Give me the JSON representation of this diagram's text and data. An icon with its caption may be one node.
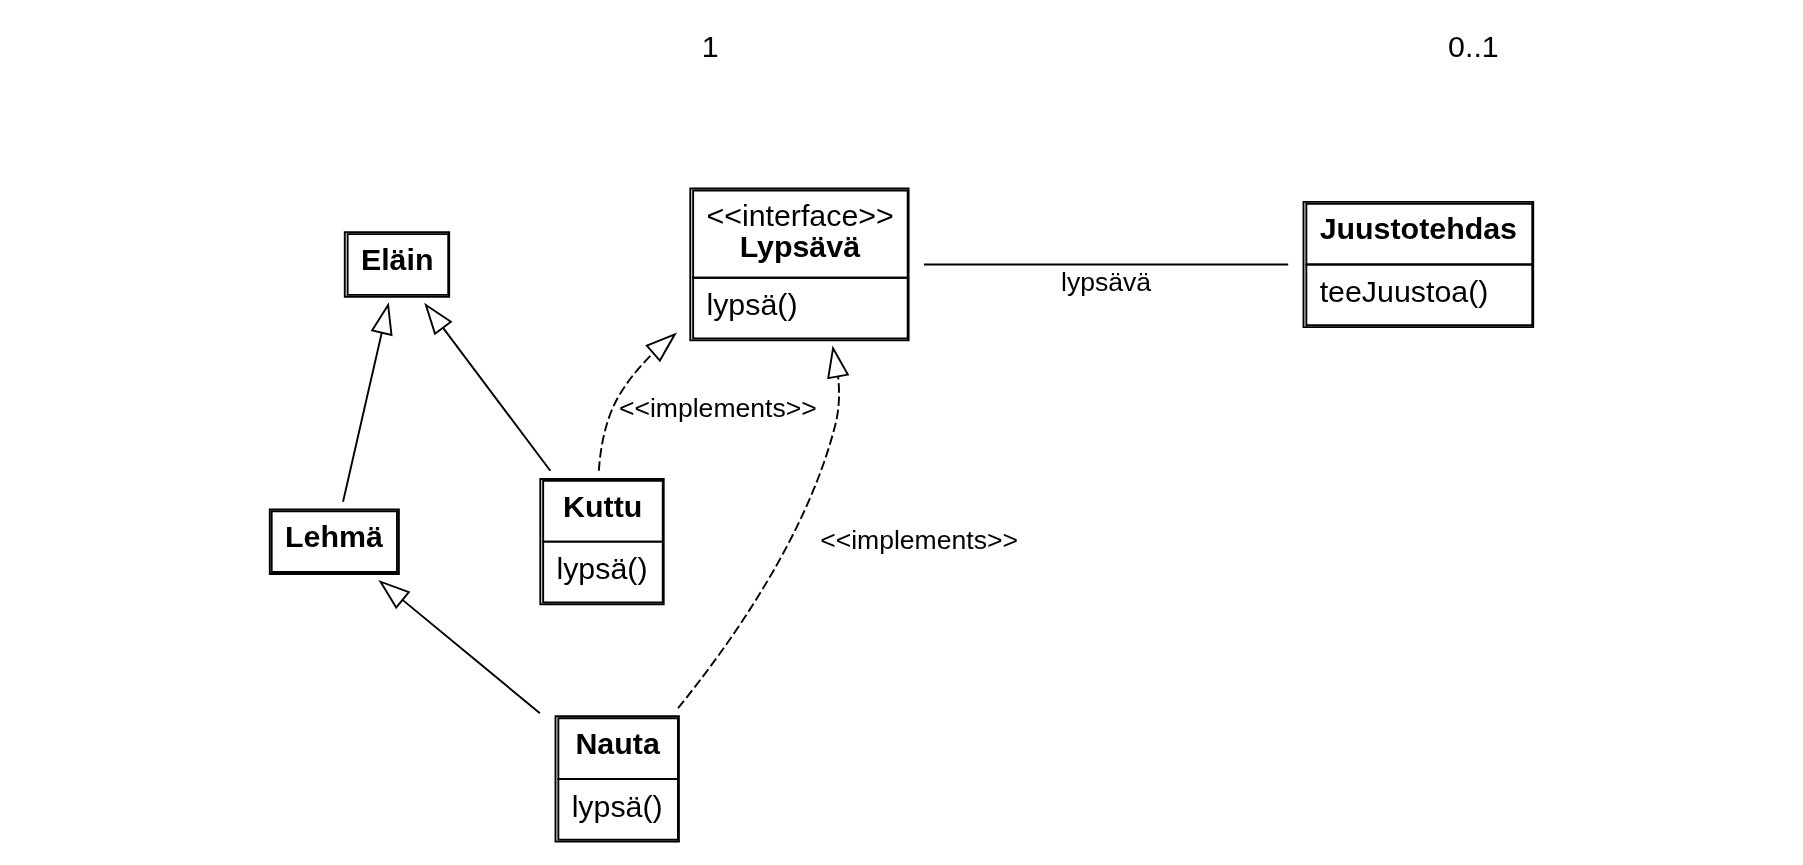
{
  "diagram": {
    "nodes": [
      {
        "text": [
          "Eläin"
        ]
      },
      {
        "text": [
          "Lehmä"
        ]
      },
      {
        "text": [
          "Kuttu",
          "lypsä()"
        ]
      },
      {
        "text": [
          "Nauta",
          "lypsä()"
        ]
      },
      {
        "text": [
          "<<interface>>",
          "Lypsävä",
          "lypsä()"
        ]
      },
      {
        "text": [
          "Juustotehdas",
          "teeJuustoa()"
        ]
      }
    ],
    "edges": [
      {
        "from": 1,
        "to": 0,
        "arrow": "to"
      },
      {
        "from": 2,
        "to": 0,
        "arrow": "to"
      },
      {
        "from": 3,
        "to": 1,
        "arrow": "to"
      },
      {
        "from": 2,
        "to": 4,
        "arrow": "to",
        "style": "dashed",
        "label": "<<implements>>"
      },
      {
        "from": 3,
        "to": 4,
        "arrow": "to",
        "style": "dashed",
        "label": "<<implements>>"
      },
      {
        "from": 4,
        "to": 5,
        "arrow": "none",
        "label": "lypsävä"
      }
    ],
    "labels": [
      "1",
      "0..1"
    ]
  }
}
